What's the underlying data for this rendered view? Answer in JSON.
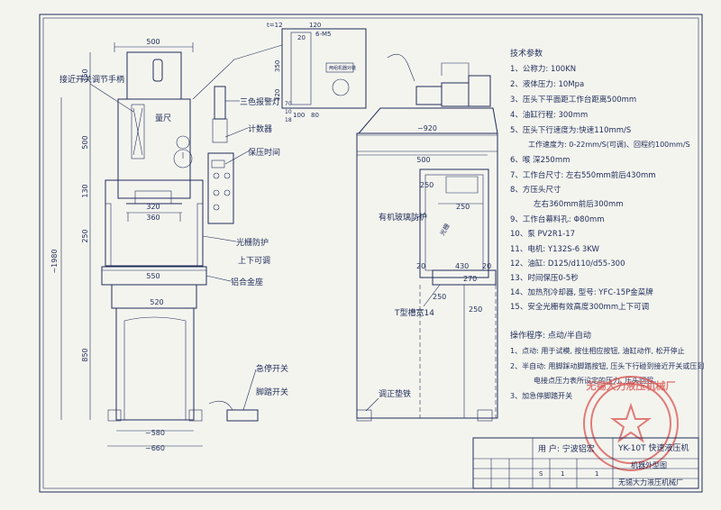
{
  "dims": {
    "top_500": "500",
    "cylinder_width": "250",
    "w_320": "320",
    "w_360": "360",
    "w_550": "550",
    "w_520": "520",
    "w_580": "~580",
    "w_660": "~660",
    "h_350": "350",
    "h_500": "500",
    "h_130": "130",
    "h_250": "250",
    "h_850": "850",
    "h_1980": "~1980",
    "side_920": "~920",
    "side_500": "500",
    "side_250a": "250",
    "side_250b": "250",
    "side_20a": "20",
    "side_20b": "20",
    "side_430": "430",
    "side_270": "270",
    "side_250c": "250",
    "side_250d": "250",
    "det_t12": "t=12",
    "det_120": "120",
    "det_20": "20",
    "det_6m5": "6-M5",
    "det_350": "350",
    "det_320": "320",
    "det_70": "70",
    "det_10": "10",
    "det_18": "18",
    "det_100": "100",
    "det_80": "80",
    "det_note": "两组机器对装"
  },
  "callouts": {
    "proximity_switch": "接近开关调节手柄",
    "ruler": "量尺",
    "three_color_lamp": "三色报警灯",
    "counter": "计数器",
    "hold_time": "保压时间",
    "light_curtain": "光栅防护",
    "up_down": "上下可调",
    "aluminum_frame": "铝合金座",
    "glass_guard": "有机玻璃防护",
    "guard_mark": "光栅",
    "t_slot": "T型槽宽14",
    "emergency_stop": "急停开关",
    "foot_switch": "脚踏开关",
    "leveling_pad": "调正垫铁"
  },
  "specs": {
    "heading": "技术参数",
    "lines": [
      "1、公称力: 100KN",
      "2、液体压力: 10Mpa",
      "3、压头下平面距工作台距离500mm",
      "4、油缸行程: 300mm",
      "5、压头下行速度为:快速110mm/S",
      "工作速度为: 0-22mm/S(可调)、回程约100mm/S",
      "6、喉 深250mm",
      "7、工作台尺寸: 左右550mm前后430mm",
      "8、方压头尺寸",
      "左右360mm前后300mm",
      "9、工作台幕料孔: Φ80mm",
      "10、泵 PV2R1-17",
      "11、电机: Y132S-6     3KW",
      "12、油缸: D125/d110/d55-300",
      "13、时间保压0-5秒",
      "14、加热剂冷却器, 型号: YFC-15P金菜牌",
      "15、安全光栅有效高度300mm上下可调"
    ]
  },
  "operation": {
    "heading": "操作程序: 点动/半自动",
    "lines": [
      "1、点动: 用于试模, 按住相应按钮, 油缸动作, 松开停止",
      "2、半自动: 用脚踩动脚踏按钮, 压头下行碰到接近开关或压到",
      "电接点压力表所设定的压力, 压头回程。",
      "3、加急停脚踏开关"
    ]
  },
  "titleblock": {
    "user": "用 户: 宁波铝宏",
    "model": "YK-10T 快速液压机",
    "drawing_name": "机器外型图",
    "company": "无锡大力液压机械厂",
    "scale_s": "S",
    "sheet_1": "1",
    "sheet_1b": "1"
  },
  "stamp": {
    "text": "无锡大力液压机械厂"
  }
}
